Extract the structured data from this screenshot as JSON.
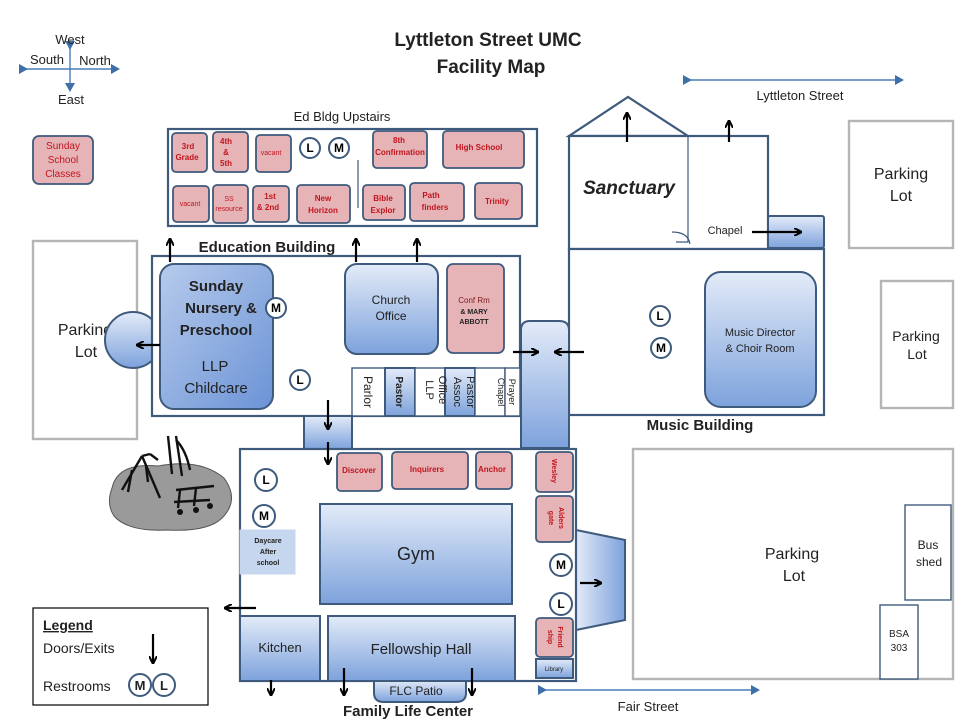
{
  "title": {
    "line1": "Lyttleton Street UMC",
    "line2": "Facility Map"
  },
  "compass": {
    "west": "West",
    "south": "South",
    "north": "North",
    "east": "East"
  },
  "streets": {
    "lyttleton": "Lyttleton Street",
    "fair": "Fair Street"
  },
  "legend": {
    "title": "Legend",
    "doors": "Doors/Exits",
    "restrooms": "Restrooms",
    "men": "M",
    "ladies": "L"
  },
  "key_box": {
    "line1": "Sunday",
    "line2": "School",
    "line3": "Classes"
  },
  "ed_upstairs": {
    "label": "Ed Bldg Upstairs",
    "rooms": {
      "third": [
        "3rd",
        "Grade"
      ],
      "fourth": [
        "4th",
        "&",
        "5th"
      ],
      "vacant1": "vacant",
      "confirmation": [
        "8th",
        "Confirmation"
      ],
      "high_school": "High School",
      "vacant2": "vacant",
      "ss_resource": [
        "SS",
        "resource"
      ],
      "first": [
        "1st",
        "& 2nd"
      ],
      "new_horizon": [
        "New",
        "Horizon"
      ],
      "bible": [
        "Bible",
        "Explor"
      ],
      "path": [
        "Path",
        "finders"
      ],
      "trinity": "Trinity"
    },
    "restroom_l": "L",
    "restroom_m": "M"
  },
  "education": {
    "label": "Education Building",
    "nursery": [
      "Sunday",
      "Nursery &",
      "Preschool"
    ],
    "llp": [
      "LLP",
      "Childcare"
    ],
    "church_office": [
      "Church",
      "Office"
    ],
    "conf_rm": [
      "Conf Rm",
      "& MARY",
      "ABBOTT"
    ],
    "parlor": "Parlor",
    "pastor": "Pastor",
    "llp_office": [
      "LLP",
      "Office"
    ],
    "assoc_pastor": [
      "Assoc",
      "Pastor"
    ],
    "prayer_chapel": [
      "Prayer",
      "Chapel"
    ],
    "restroom_m": "M",
    "restroom_l": "L"
  },
  "sanctuary": {
    "label": "Sanctuary",
    "chapel": "Chapel"
  },
  "music": {
    "label": "Music Building",
    "director": [
      "Music Director",
      "& Choir Room"
    ],
    "restroom_l": "L",
    "restroom_m": "M"
  },
  "flc": {
    "label": "Family Life Center",
    "discover": "Discover",
    "inquirers": "Inquirers",
    "anchor": "Anchor",
    "wesley": "Wesley",
    "aldersgate": [
      "Alders",
      "gate"
    ],
    "friendship": [
      "Friend",
      "ship"
    ],
    "library": "Library",
    "daycare": [
      "Daycare",
      "After",
      "school"
    ],
    "gym": "Gym",
    "kitchen": "Kitchen",
    "fellowship": "Fellowship Hall",
    "patio": "FLC Patio",
    "restroom_l": "L",
    "restroom_m": "M",
    "restroom_m2": "M",
    "restroom_l2": "L"
  },
  "parking": {
    "top_right": [
      "Parking",
      "Lot"
    ],
    "mid_right": [
      "Parking",
      "Lot"
    ],
    "left": [
      "Parking",
      "Lot"
    ],
    "bottom_right": [
      "Parking",
      "Lot"
    ]
  },
  "bus_shed": [
    "Bus",
    "shed"
  ],
  "bsa": [
    "BSA",
    "303"
  ],
  "colors": {
    "outline": "#3e5a7c",
    "pink_room": "#e6b3b7",
    "pink_text": "#c0161e",
    "blue_light": "#dbe6f6",
    "blue_dark": "#7da2dc"
  }
}
